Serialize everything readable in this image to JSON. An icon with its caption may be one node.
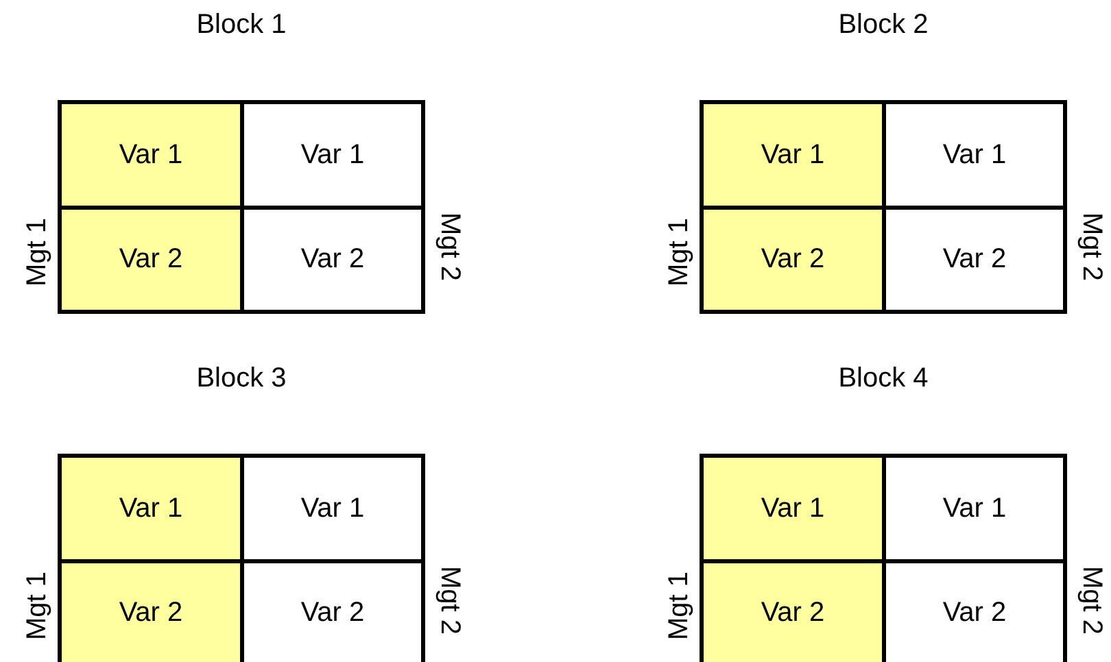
{
  "diagram": {
    "nodes": [
      {
        "text": [
          "Block 1"
        ],
        "beside": [
          "Mgt 1",
          "Mgt 2"
        ]
      },
      {
        "text": [
          "Var 1"
        ],
        "in": 0
      },
      {
        "text": [
          "Var 1"
        ],
        "in": 0
      },
      {
        "text": [
          "Var 2"
        ],
        "in": 0
      },
      {
        "text": [
          "Var 2"
        ],
        "in": 0
      },
      {
        "text": [
          "Block 2"
        ],
        "beside": [
          "Mgt 1",
          "Mgt 2"
        ]
      },
      {
        "text": [
          "Var 1"
        ],
        "in": 5
      },
      {
        "text": [
          "Var 1"
        ],
        "in": 5
      },
      {
        "text": [
          "Var 2"
        ],
        "in": 5
      },
      {
        "text": [
          "Var 2"
        ],
        "in": 5
      },
      {
        "text": [
          "Block 3"
        ],
        "beside": [
          "Mgt 1",
          "Mgt 2"
        ]
      },
      {
        "text": [
          "Var 1"
        ],
        "in": 10
      },
      {
        "text": [
          "Var 1"
        ],
        "in": 10
      },
      {
        "text": [
          "Var 2"
        ],
        "in": 10
      },
      {
        "text": [
          "Var 2"
        ],
        "in": 10
      },
      {
        "text": [
          "Block 4"
        ],
        "beside": [
          "Mgt 1",
          "Mgt 2"
        ]
      },
      {
        "text": [
          "Var 1"
        ],
        "in": 15
      },
      {
        "text": [
          "Var 1"
        ],
        "in": 15
      },
      {
        "text": [
          "Var 2"
        ],
        "in": 15
      },
      {
        "text": [
          "Var 2"
        ],
        "in": 15
      }
    ],
    "edges": []
  }
}
